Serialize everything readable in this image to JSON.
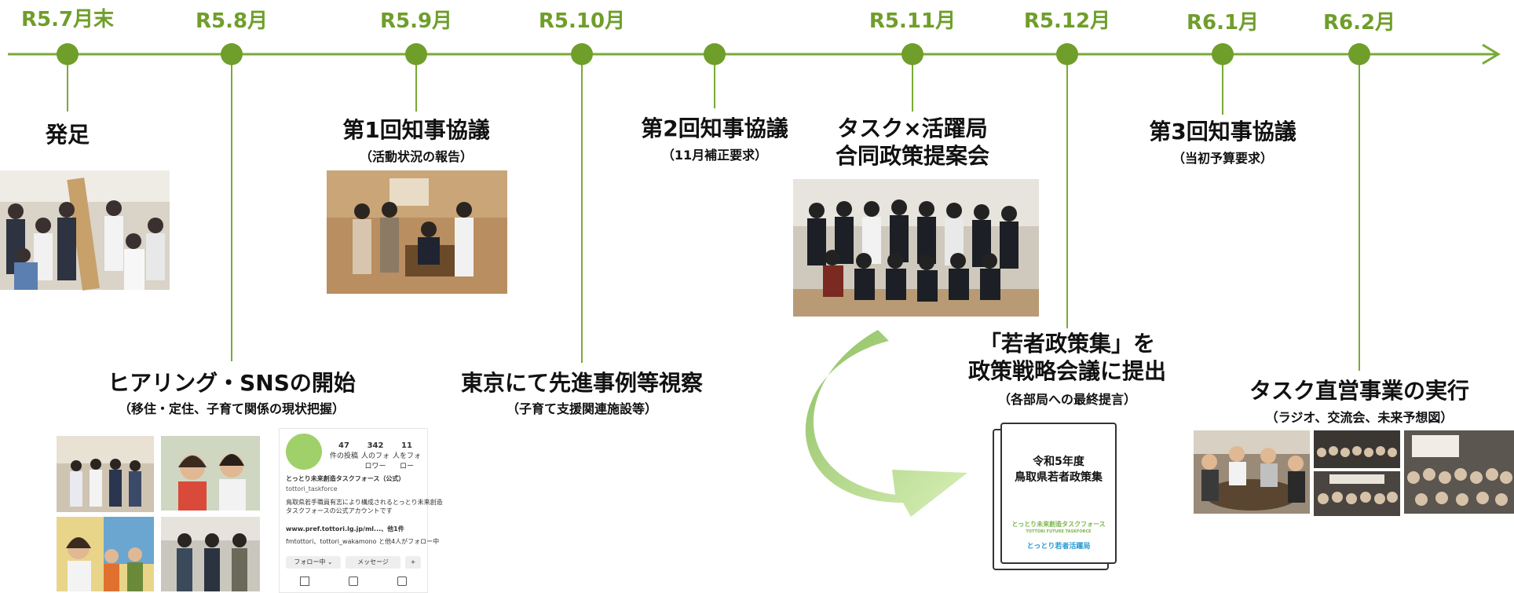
{
  "colors": {
    "accent": "#6f9e2a",
    "arrow": "#a8d47a"
  },
  "timeline": [
    {
      "date": "R5.7月末",
      "title": "発足",
      "subtitle": ""
    },
    {
      "date": "R5.8月",
      "title": "ヒアリング・SNSの開始",
      "subtitle": "（移住・定住、子育て関係の現状把握）"
    },
    {
      "date": "R5.9月",
      "title": "第1回知事協議",
      "subtitle": "（活動状況の報告）"
    },
    {
      "date": "R5.10月",
      "title": "東京にて先進事例等視察",
      "subtitle": "（子育て支援関連施設等）"
    },
    {
      "date": "",
      "title": "第2回知事協議",
      "subtitle": "（11月補正要求）"
    },
    {
      "date": "R5.11月",
      "title": "タスク×活躍局\n合同政策提案会",
      "subtitle": ""
    },
    {
      "date": "R5.12月",
      "title": "「若者政策集」を\n政策戦略会議に提出",
      "subtitle": "（各部局への最終提言）"
    },
    {
      "date": "R6.1月",
      "title": "第3回知事協議",
      "subtitle": "（当初予算要求）"
    },
    {
      "date": "R6.2月",
      "title": "タスク直営事業の実行",
      "subtitle": "（ラジオ、交流会、未来予想図）"
    }
  ],
  "instagram": {
    "stats": [
      {
        "value": "47",
        "label": "件の投稿"
      },
      {
        "value": "342",
        "label": "人のフォロワー"
      },
      {
        "value": "11",
        "label": "人をフォロー"
      }
    ],
    "name": "とっとり未来創造タスクフォース（公式）",
    "handle": "tottori_taskforce",
    "bio1": "鳥取県若手職員有志により構成されるとっとり未来創造",
    "bio2": "タスクフォースの公式アカウントです",
    "link": "www.pref.tottori.lg.jp/ml...、他1件",
    "followed": "fmtottori、tottori_wakamono と他4人がフォロー中",
    "follow_btn": "フォロー中 ⌄",
    "message_btn": "メッセージ"
  },
  "document": {
    "title": "令和5年度\n鳥取県若者政策集",
    "org1": "とっとり未来創造タスクフォース",
    "org2": "TOTTORI FUTURE TASKFORCE",
    "org3": "とっとり若者活躍局"
  }
}
